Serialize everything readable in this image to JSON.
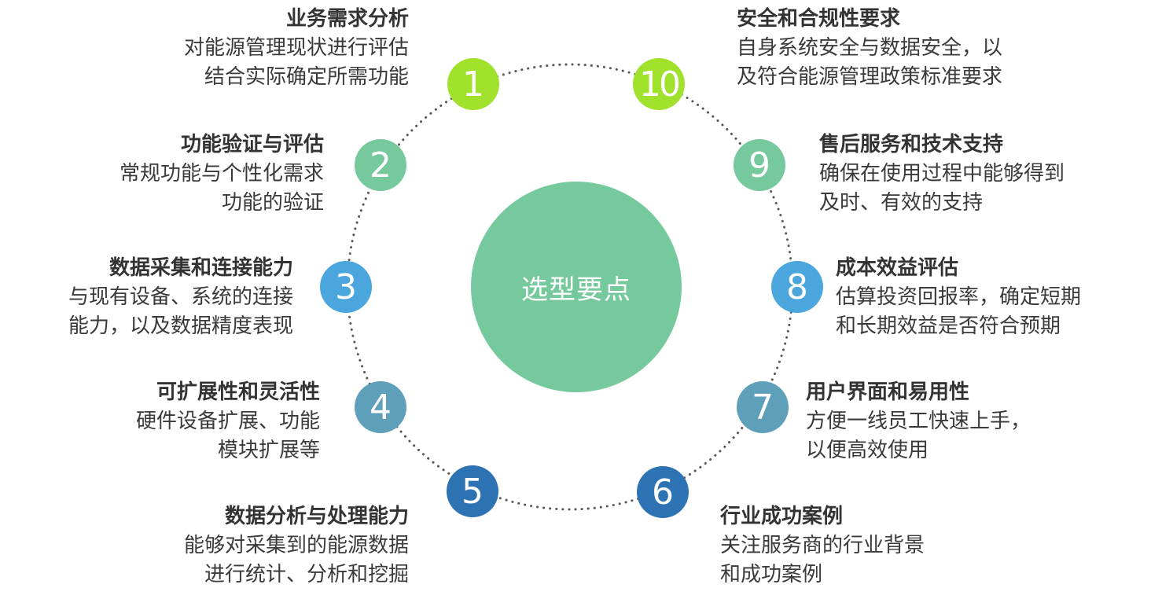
{
  "center_label": "选型要点",
  "colors": {
    "lime": "#9fe12b",
    "mint": "#76c99c",
    "sky": "#4aa6dc",
    "steel": "#5e9fb9",
    "navy": "#2d72b3",
    "center": "#76c99c",
    "dots": "#555555"
  },
  "items": [
    {
      "num": "1",
      "title": "业务需求分析",
      "lines": [
        "对能源管理现状进行评估",
        "结合实际确定所需功能"
      ]
    },
    {
      "num": "2",
      "title": "功能验证与评估",
      "lines": [
        "常规功能与个性化需求",
        "功能的验证"
      ]
    },
    {
      "num": "3",
      "title": "数据采集和连接能力",
      "lines": [
        "与现有设备、系统的连接",
        "能力，以及数据精度表现"
      ]
    },
    {
      "num": "4",
      "title": "可扩展性和灵活性",
      "lines": [
        "硬件设备扩展、功能",
        "模块扩展等"
      ]
    },
    {
      "num": "5",
      "title": "数据分析与处理能力",
      "lines": [
        "能够对采集到的能源数据",
        "进行统计、分析和挖掘"
      ]
    },
    {
      "num": "6",
      "title": "行业成功案例",
      "lines": [
        "关注服务商的行业背景",
        "和成功案例"
      ]
    },
    {
      "num": "7",
      "title": "用户界面和易用性",
      "lines": [
        "方便一线员工快速上手，",
        "以便高效使用"
      ]
    },
    {
      "num": "8",
      "title": "成本效益评估",
      "lines": [
        "估算投资回报率，确定短期",
        "和长期效益是否符合预期"
      ]
    },
    {
      "num": "9",
      "title": "售后服务和技术支持",
      "lines": [
        "确保在使用过程中能够得到",
        "及时、有效的支持"
      ]
    },
    {
      "num": "10",
      "title": "安全和合规性要求",
      "lines": [
        "自身系统安全与数据安全，以",
        "及符合能源管理政策标准要求"
      ]
    }
  ]
}
